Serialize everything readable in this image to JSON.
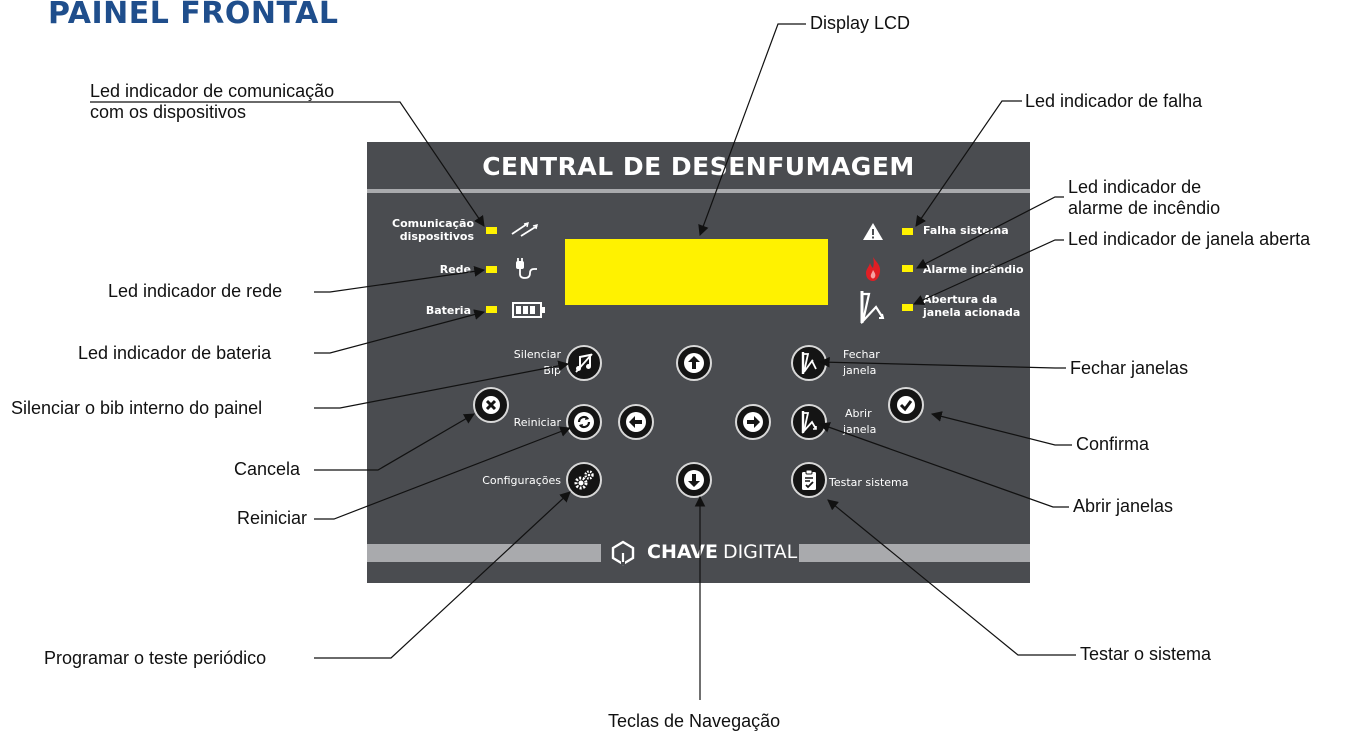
{
  "page_title": "PAINEL FRONTAL",
  "panel": {
    "title": "CENTRAL DE DESENFUMAGEM",
    "brand_bold": "CHAVE",
    "brand_light": "DIGITAL",
    "labels": {
      "comunicacao_1": "Comunicação",
      "comunicacao_2": "dispositivos",
      "rede": "Rede",
      "bateria": "Bateria",
      "falha": "Falha sistema",
      "alarme": "Alarme incêndio",
      "abertura_1": "Abertura da",
      "abertura_2": "janela acionada",
      "silenciar_1": "Silenciar",
      "silenciar_2": "Bip",
      "reiniciar": "Reiniciar",
      "configuracoes": "Configurações",
      "fechar_1": "Fechar",
      "fechar_2": "janela",
      "abrir_1": "Abrir",
      "abrir_2": "janela",
      "testar": "Testar sistema"
    },
    "colors": {
      "panel": "#4a4c50",
      "led": "#fff200",
      "lcd": "#fff200",
      "title": "#1f4e8c"
    }
  },
  "callouts": {
    "display_lcd": "Display LCD",
    "led_comunicacao_1": "Led indicador de comunicação",
    "led_comunicacao_2": "com os dispositivos",
    "led_falha": "Led indicador de falha",
    "led_alarme_1": "Led indicador de",
    "led_alarme_2": "alarme de incêndio",
    "led_janela": "Led indicador de janela aberta",
    "led_rede": "Led indicador de rede",
    "led_bateria": "Led indicador de bateria",
    "silenciar": "Silenciar o bib interno do painel",
    "cancela": "Cancela",
    "reiniciar": "Reiniciar",
    "programar": "Programar o teste periódico",
    "navegacao": "Teclas de Navegação",
    "fechar": "Fechar janelas",
    "confirma": "Confirma",
    "abrir": "Abrir janelas",
    "testar": "Testar o sistema"
  }
}
